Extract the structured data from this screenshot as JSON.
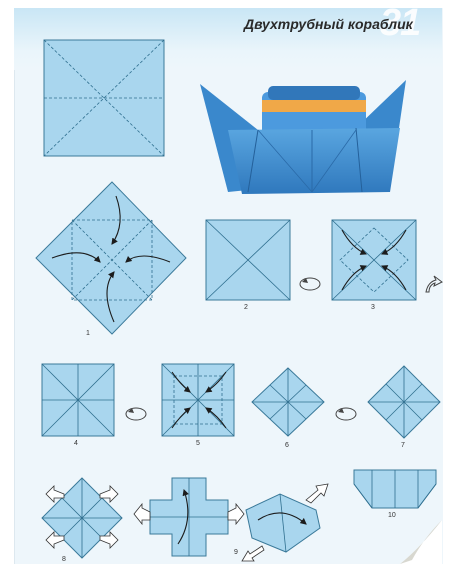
{
  "page": {
    "title": "Двухтрубный кораблик",
    "page_number": "31"
  },
  "steps": [
    {
      "label": "1"
    },
    {
      "label": "2"
    },
    {
      "label": "3"
    },
    {
      "label": "4"
    },
    {
      "label": "5"
    },
    {
      "label": "6"
    },
    {
      "label": "7"
    },
    {
      "label": "8"
    },
    {
      "label": "9"
    },
    {
      "label": "10"
    }
  ],
  "colors": {
    "paper": "#a9d6ee",
    "boat_blue": "#3f8fd2",
    "boat_band": "#f0a848",
    "background": "#eef6fb"
  }
}
